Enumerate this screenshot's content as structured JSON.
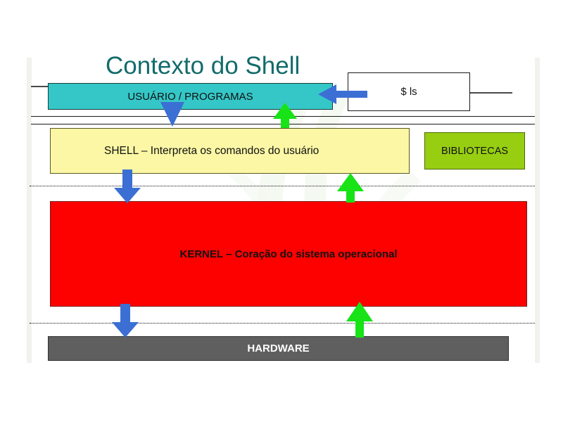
{
  "slide": {
    "title": "Contexto do Shell",
    "title_color": "#136b6b",
    "background": "#ffffff"
  },
  "boxes": {
    "user": {
      "label": "USUÁRIO / PROGRAMAS",
      "fill": "#35c7c7",
      "border": "#1a3b3b"
    },
    "command": {
      "label": "$ ls",
      "fill": "#ffffff",
      "border": "#1a1a1a"
    },
    "shell": {
      "label": "SHELL – Interpreta os comandos do usuário",
      "fill": "#fbf7a5",
      "border": "#5a5a20"
    },
    "libraries": {
      "label": "BIBLIOTECAS",
      "fill": "#97ce12",
      "border": "#4d6a08"
    },
    "kernel": {
      "label": "KERNEL – Coração do sistema operacional",
      "fill": "#fd0000",
      "border": "#7a1414"
    },
    "hardware": {
      "label": "HARDWARE",
      "fill": "#5f5f5f",
      "border": "#2f2f2f"
    }
  },
  "arrows": {
    "down_color": "#3b6fd4",
    "up_color": "#17e317",
    "items": [
      {
        "name": "command-to-user-arrow",
        "direction": "left"
      },
      {
        "name": "user-to-shell-arrow",
        "direction": "down"
      },
      {
        "name": "shell-to-user-arrow",
        "direction": "up"
      },
      {
        "name": "shell-to-kernel-arrow",
        "direction": "down"
      },
      {
        "name": "kernel-to-shell-arrow",
        "direction": "up"
      },
      {
        "name": "kernel-to-hardware-arrow",
        "direction": "down"
      },
      {
        "name": "hardware-to-kernel-arrow",
        "direction": "up"
      }
    ]
  },
  "dividers": {
    "solid_color": "#1a1a1a",
    "dotted_color": "#111111",
    "count_solid": 2,
    "count_dotted": 2
  }
}
